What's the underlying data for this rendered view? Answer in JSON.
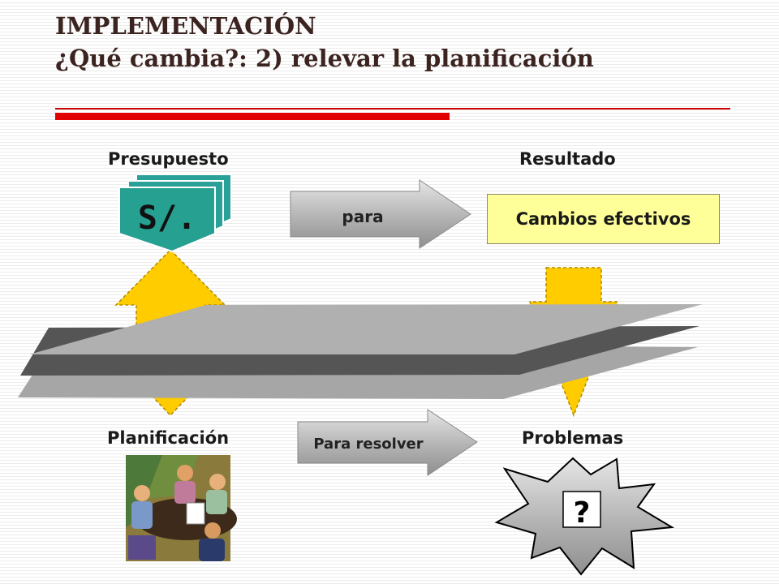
{
  "header": {
    "title_line1": "IMPLEMENTACIÓN",
    "title_line2": "¿Qué cambia?: 2) relevar la planificación",
    "rule_color": "#e00000"
  },
  "diagram": {
    "top_left_label": "Presupuesto",
    "top_right_label": "Resultado",
    "bottom_left_label": "Planificación",
    "bottom_right_label": "Problemas",
    "money_symbol": "S/.",
    "top_arrow_label": "para",
    "bottom_arrow_label": "Para resolver",
    "result_box_text": "Cambios efectivos",
    "problem_symbol": "?",
    "colors": {
      "money_stack": "#2aa198",
      "updown_arrow": "#ffcc00",
      "result_box": "#ffff99",
      "process_arrow": "#b5b5b5",
      "planes": "#a8a8a8"
    },
    "icons": [
      "money-bills-icon",
      "meeting-people-icon",
      "explosion-burst-icon"
    ]
  }
}
